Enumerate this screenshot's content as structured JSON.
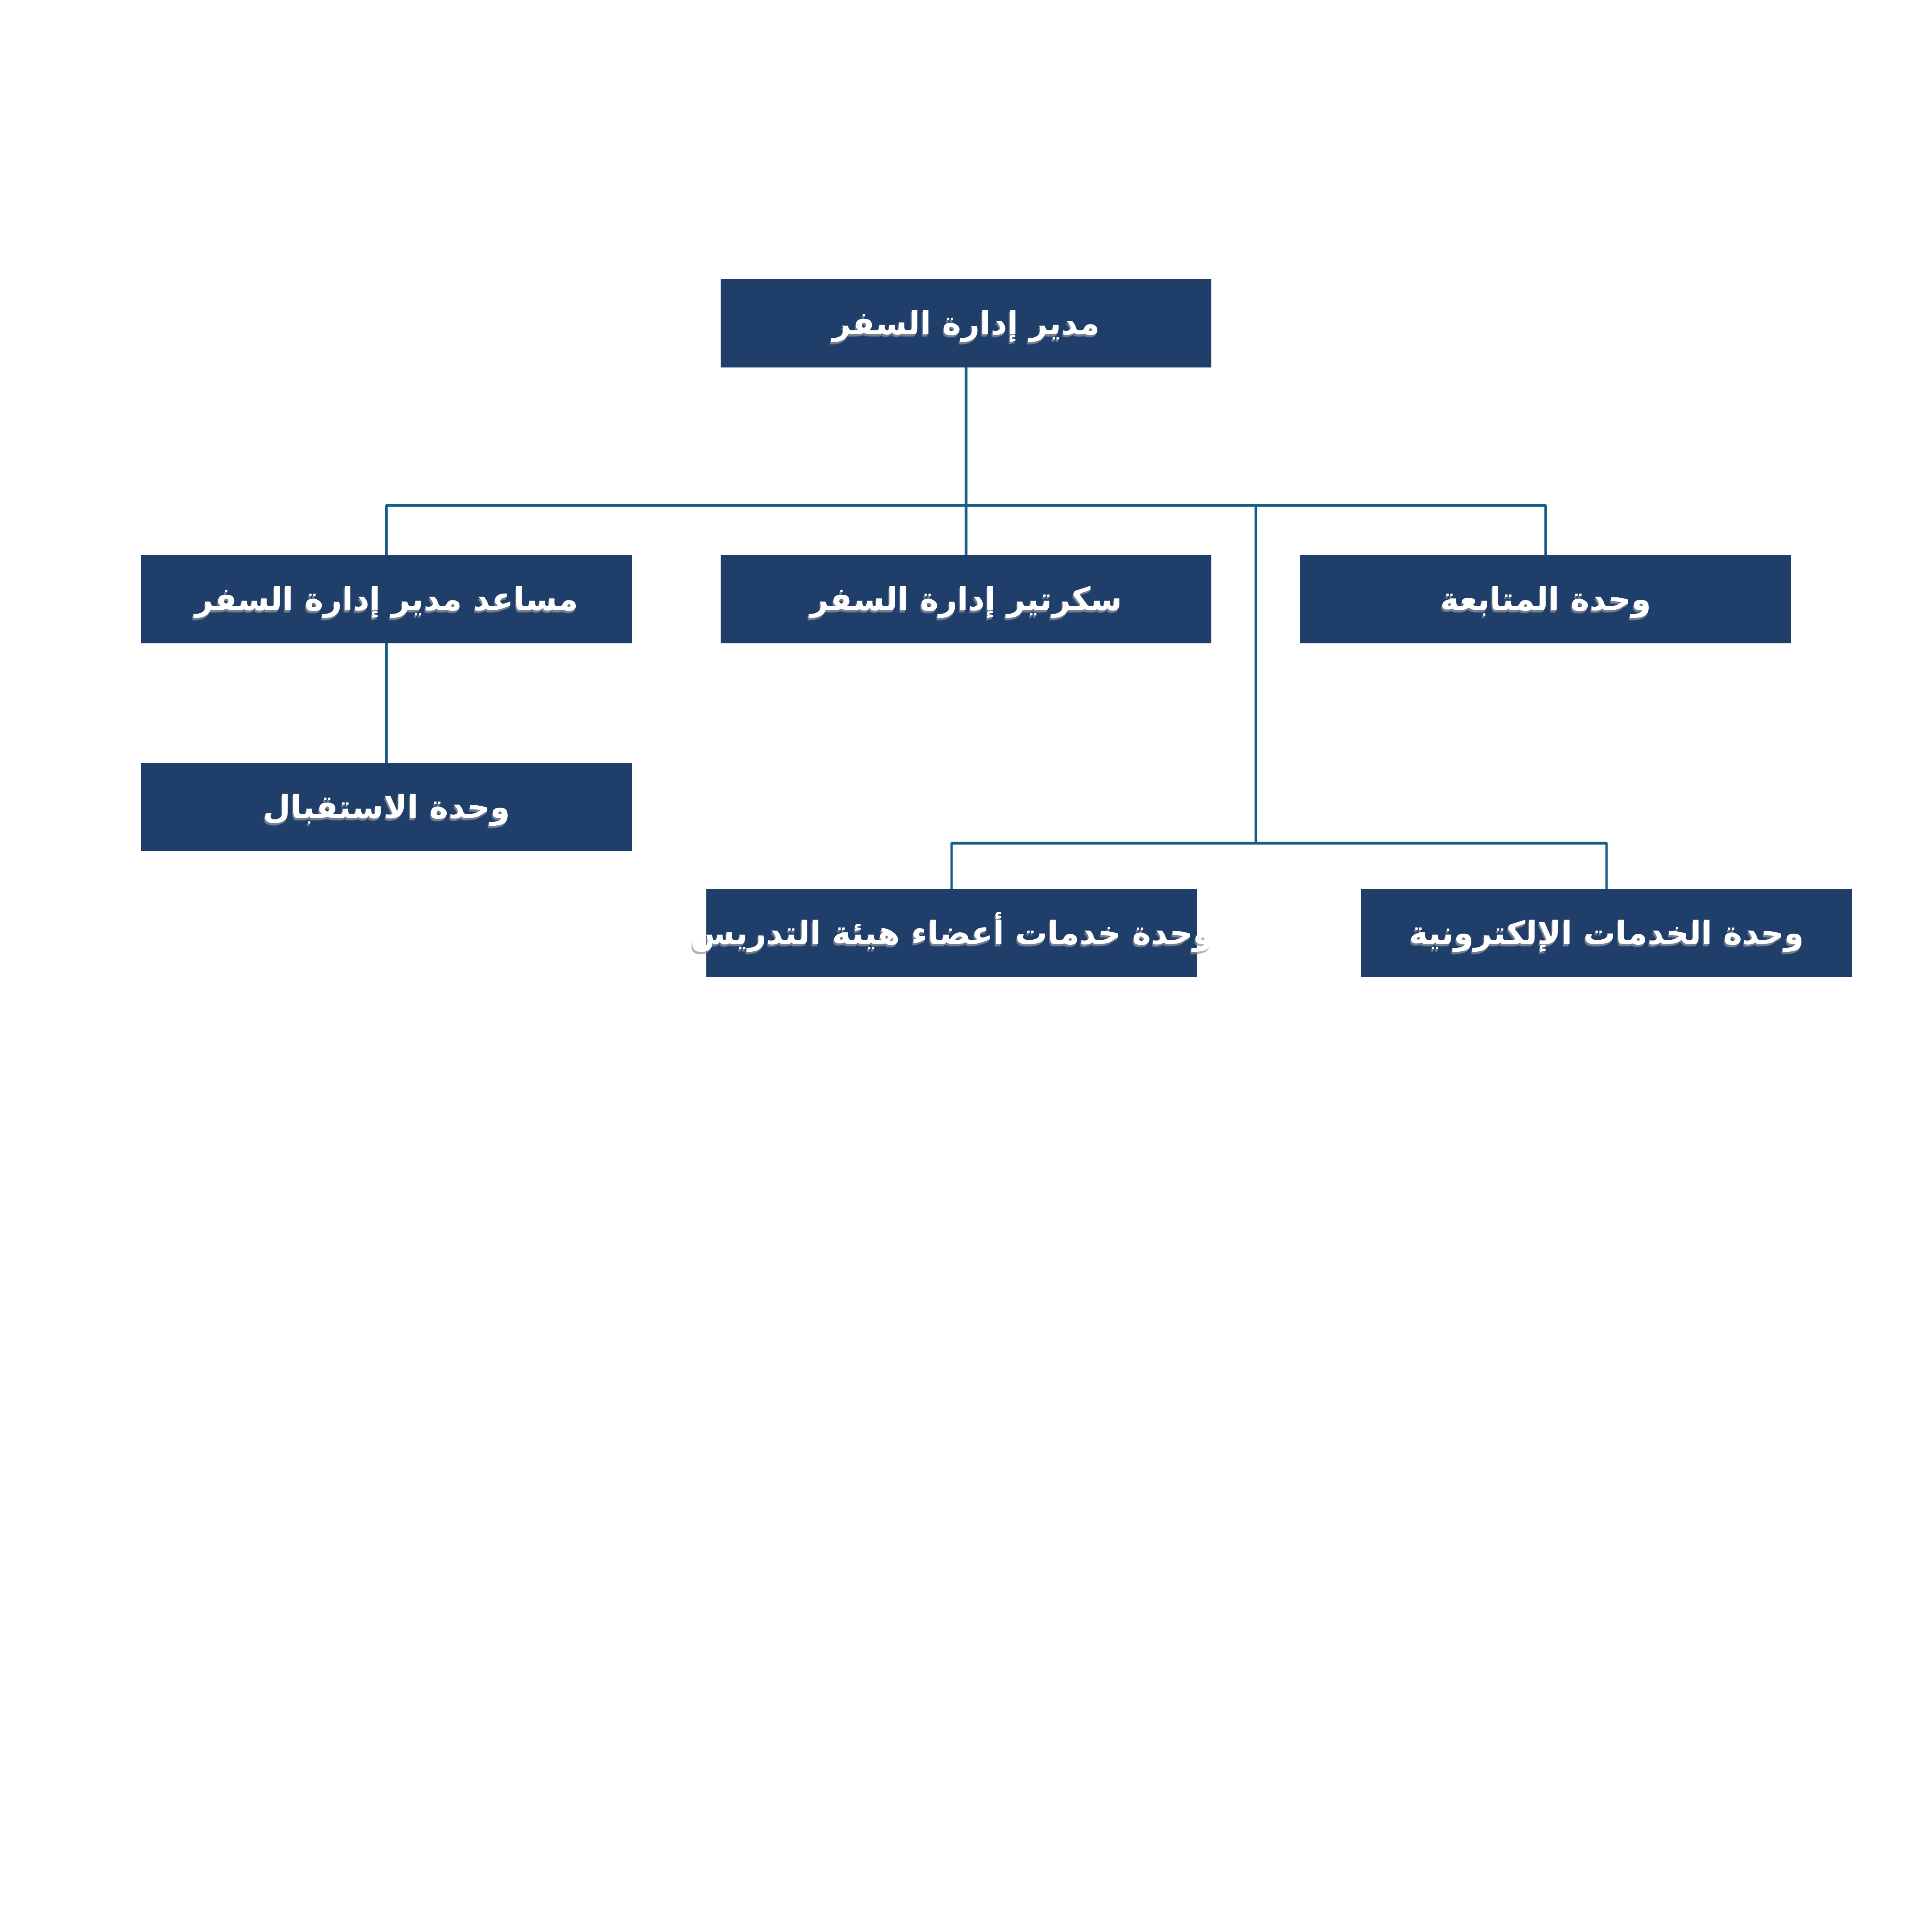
{
  "colors": {
    "background": "#FFFFFF",
    "box_fill": "#203E6A",
    "box_text": "#FFFFFF",
    "connector": "#155E86"
  },
  "org_chart": {
    "type": "organizational-chart",
    "text_direction": "rtl",
    "nodes": {
      "manager": {
        "label": "مدير إدارة السفر",
        "level": 1
      },
      "assistant": {
        "label": "مساعد مدير إدارة السفر",
        "level": 2
      },
      "secretary": {
        "label": "سكرتير إدارة السفر",
        "level": 2
      },
      "follow_up": {
        "label": "وحدة المتابعة",
        "level": 2
      },
      "reception": {
        "label": "وحدة الاستقبال",
        "level": 3
      },
      "faculty_services": {
        "label": "وحدة خدمات أعضاء هيئة التدريس",
        "level": 3
      },
      "electronic_services": {
        "label": "وحدة الخدمات الإلكترونية",
        "level": 3
      }
    },
    "edges": [
      {
        "from": "manager",
        "to": "assistant"
      },
      {
        "from": "manager",
        "to": "secretary"
      },
      {
        "from": "manager",
        "to": "follow_up"
      },
      {
        "from": "assistant",
        "to": "reception"
      },
      {
        "from": "manager",
        "to": "faculty_services"
      },
      {
        "from": "manager",
        "to": "electronic_services"
      }
    ]
  }
}
